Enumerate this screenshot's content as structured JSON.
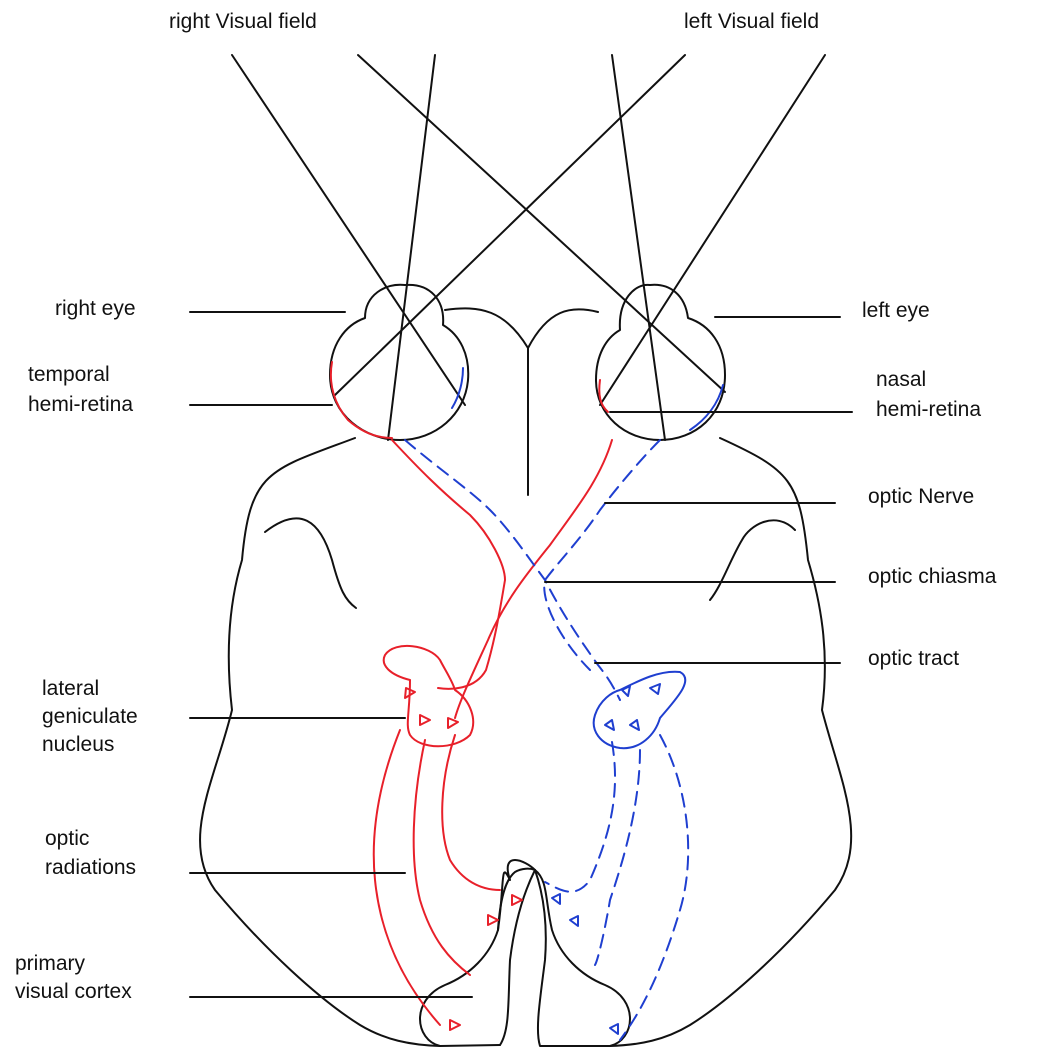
{
  "labels": {
    "right_visual_field": "right Visual field",
    "left_visual_field": "left Visual field",
    "right_eye": "right eye",
    "left_eye": "left eye",
    "temporal_line1": "temporal",
    "temporal_line2": "hemi-retina",
    "nasal_line1": "nasal",
    "nasal_line2": "hemi-retina",
    "optic_nerve": "optic Nerve",
    "optic_chiasma": "optic chiasma",
    "optic_tract": "optic tract",
    "lgn_line1": "lateral",
    "lgn_line2": "geniculate",
    "lgn_line3": "nucleus",
    "radiations_line1": "optic",
    "radiations_line2": "radiations",
    "cortex_line1": "primary",
    "cortex_line2": "visual cortex"
  },
  "colors": {
    "outline": "#111111",
    "right_field_pathway": "#e8202a",
    "left_field_pathway": "#1f3fd0"
  }
}
